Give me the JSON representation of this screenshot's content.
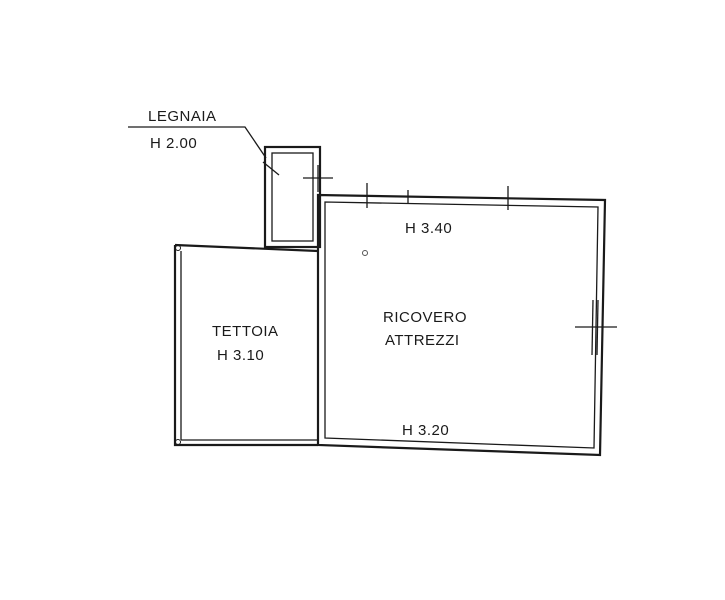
{
  "rooms": {
    "legnaia": {
      "name": "LEGNAIA",
      "height": "H 2.00"
    },
    "tettoia": {
      "name": "TETTOIA",
      "height": "H 3.10"
    },
    "ricovero": {
      "name_line1": "RICOVERO",
      "name_line2": "ATTREZZI",
      "height_top": "H 3.40",
      "height_bottom": "H 3.20"
    }
  }
}
